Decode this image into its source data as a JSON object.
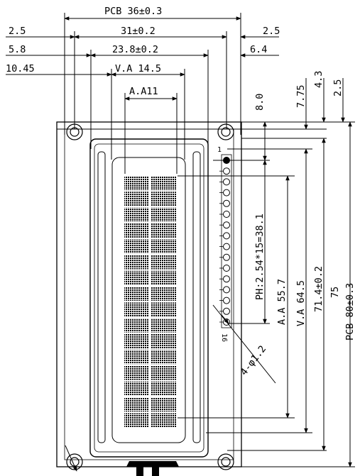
{
  "drawing": {
    "top_dimensions": {
      "pcb_width": "PCB 36±0.3",
      "left_margin_a": "2.5",
      "hole_pitch": "31±0.2",
      "right_margin_a": "2.5",
      "left_margin_b": "5.8",
      "bezel_width": "23.8±0.2",
      "right_margin_b": "6.4",
      "left_offset_va": "10.45",
      "viewing_area_width": "V.A 14.5",
      "active_area_width": "A.A11"
    },
    "right_dimensions": {
      "pin1_offset": "8.0",
      "bezel_offset": "7.75",
      "hole_offset": "4.3",
      "edge_offset": "2.5",
      "pin_pitch": "PH:2.54*15=38.1",
      "active_area_height": "A.A 55.7",
      "viewing_area_height": "V.A 64.5",
      "bezel_height": "71.4±0.2",
      "hole_pitch_v": "75",
      "pcb_height": "PCB 80±0.3"
    },
    "labels": {
      "pin_first": "1",
      "pin_last": "16",
      "hole_callout": "4-φ1.2"
    }
  }
}
